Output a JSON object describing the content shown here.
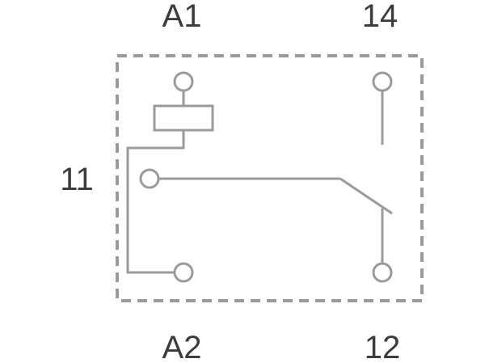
{
  "labels": {
    "a1": "A1",
    "a2": "A2",
    "t11": "11",
    "t12": "12",
    "t14": "14"
  },
  "colors": {
    "line": "#9a9a9a",
    "dash": "#9a9a9a",
    "text": "#3c3c3c",
    "background": "#ffffff"
  }
}
